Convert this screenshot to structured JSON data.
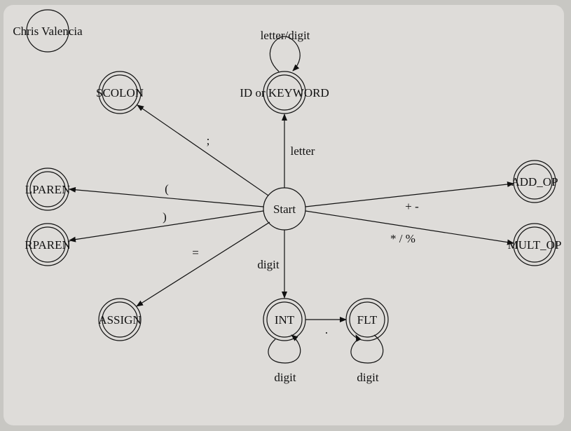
{
  "author": "Chris Valencia",
  "states": {
    "start": "Start",
    "id": "ID or KEYWORD",
    "scolon": "SCOLON",
    "lparen": "LPAREN",
    "rparen": "RPAREN",
    "assign": "ASSIGN",
    "int": "INT",
    "flt": "FLT",
    "add": "ADD_OP",
    "mult": "MULT_OP"
  },
  "transitions": {
    "id_loop": "letter/digit",
    "letter": "letter",
    "semicolon": ";",
    "lparen": "(",
    "rparen": ")",
    "equals": "=",
    "digit": "digit",
    "dot": ".",
    "int_loop": "digit",
    "flt_loop": "digit",
    "plus_minus": "+ -",
    "mult_ops": "* / %"
  }
}
